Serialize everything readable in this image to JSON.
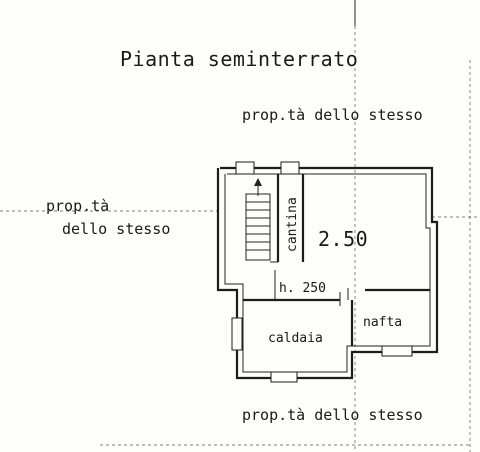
{
  "title": "Pianta seminterrato",
  "neighbors": {
    "top": "prop.tà dello stesso",
    "left_line1": "prop.tà",
    "left_line2": "dello stesso",
    "bottom": "prop.tà dello stesso"
  },
  "rooms": {
    "cantina": "cantina",
    "nafta": "nafta",
    "caldaia": "caldaia"
  },
  "dimensions": {
    "height_label": "h. 250",
    "room_dim": "2.50"
  }
}
